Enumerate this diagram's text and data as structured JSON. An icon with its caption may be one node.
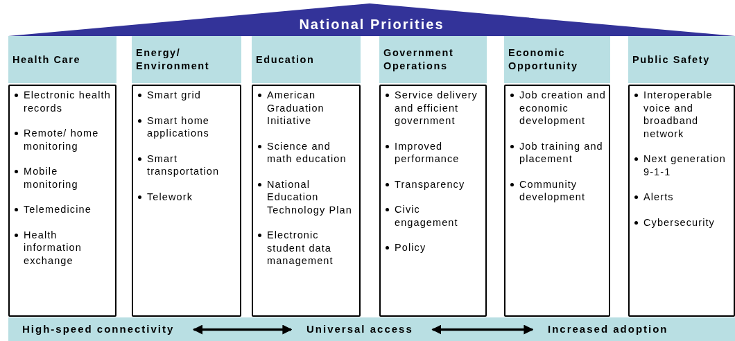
{
  "diagram": {
    "nodes": [
      {
        "text": [
          "National Priorities"
        ]
      },
      {
        "text": [
          "Health Care"
        ]
      },
      {
        "text": [
          "Energy/ Environment"
        ]
      },
      {
        "text": [
          "Education"
        ]
      },
      {
        "text": [
          "Government Operations"
        ]
      },
      {
        "text": [
          "Economic Opportunity"
        ]
      },
      {
        "text": [
          "Public Safety"
        ]
      },
      {
        "text": [
          "Electronic health records",
          "Remote/ home monitoring",
          "Mobile monitoring",
          "Telemedicine",
          "Health information exchange"
        ]
      },
      {
        "text": [
          "Smart grid",
          "Smart home applications",
          "Smart transportation",
          "Telework"
        ]
      },
      {
        "text": [
          "American Graduation Initiative",
          "Science and math education",
          "National Education Technology Plan",
          "Electronic student data management"
        ]
      },
      {
        "text": [
          "Service delivery and efficient government",
          "Improved performance",
          "Transparency",
          "Civic engagement",
          "Policy"
        ]
      },
      {
        "text": [
          "Job creation and economic development",
          "Job training and placement",
          "Community development"
        ]
      },
      {
        "text": [
          "Interoperable voice and broadband network",
          "Next generation 9-1-1",
          "Alerts",
          "Cybersecurity"
        ]
      },
      {
        "text": [],
        "shape": "bar"
      },
      {
        "text": [
          "High-speed connectivity"
        ],
        "in": 13
      },
      {
        "text": [
          "Universal access"
        ],
        "in": 13
      },
      {
        "text": [
          "Increased adoption"
        ],
        "in": 13
      }
    ],
    "edges": [
      {
        "from": 14,
        "to": 15,
        "arrow": "both"
      },
      {
        "from": 15,
        "to": 16,
        "arrow": "both"
      }
    ]
  }
}
